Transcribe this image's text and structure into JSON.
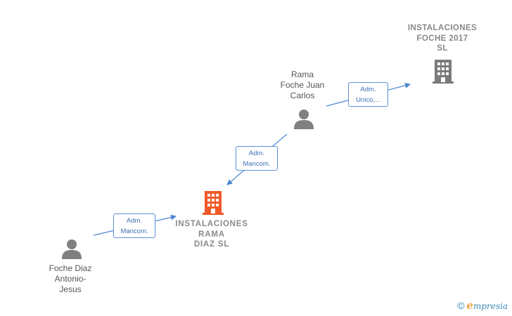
{
  "nodes": {
    "company_main": {
      "label": "INSTALACIONES\nRAMA\nDIAZ  SL",
      "color": "#f05a28"
    },
    "company_top": {
      "label": "INSTALACIONES\nFOCHE 2017\nSL",
      "color": "#7a7a7a"
    },
    "person_rama": {
      "label": "Rama\nFoche Juan\nCarlos",
      "color": "#808080"
    },
    "person_foche": {
      "label": "Foche Diaz\nAntonio-\nJesus",
      "color": "#808080"
    }
  },
  "edges": [
    {
      "from": "person_foche",
      "to": "company_main",
      "label": "Adm.\nMancom."
    },
    {
      "from": "person_rama",
      "to": "company_main",
      "label": "Adm.\nMancom."
    },
    {
      "from": "person_rama",
      "to": "company_top",
      "label": "Adm.\nUnico,..."
    }
  ],
  "edge_color": "#4a86d0",
  "footer": {
    "copyright": "©",
    "brand_first": "e",
    "brand_rest": "mpresia"
  }
}
